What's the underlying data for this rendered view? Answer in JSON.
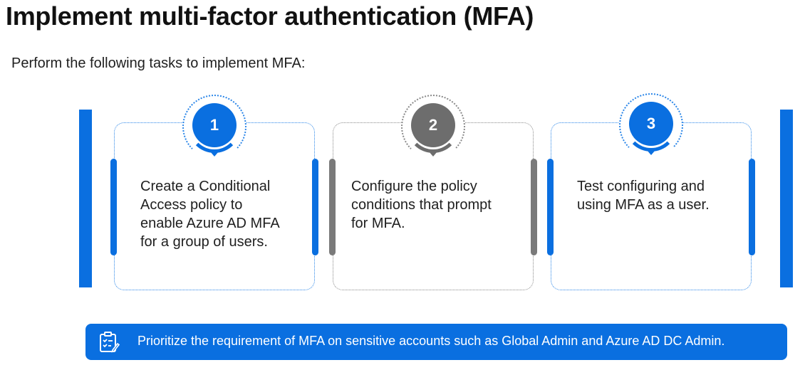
{
  "page": {
    "title": "Implement multi-factor authentication (MFA)",
    "intro": "Perform the following tasks to implement MFA:"
  },
  "steps": [
    {
      "number": "1",
      "lines": [
        "Create a Conditional",
        "Access policy to",
        "enable Azure AD MFA",
        "for a group of users."
      ],
      "accent": "#0a6fe0"
    },
    {
      "number": "2",
      "lines": [
        "Configure the policy",
        "conditions that prompt",
        "for MFA."
      ],
      "accent": "#6d6d6d"
    },
    {
      "number": "3",
      "lines": [
        "Test configuring and",
        "using MFA as a user."
      ],
      "accent": "#0a6fe0"
    }
  ],
  "note": {
    "icon": "clipboard-checklist-icon",
    "text": "Prioritize the requirement of MFA on sensitive accounts such as Global Admin and Azure AD DC Admin."
  },
  "colors": {
    "accent_blue": "#0a6fe0",
    "accent_gray": "#6d6d6d",
    "card_border_blue": "#2b86e8",
    "card_border_gray": "#8a8a8a"
  }
}
